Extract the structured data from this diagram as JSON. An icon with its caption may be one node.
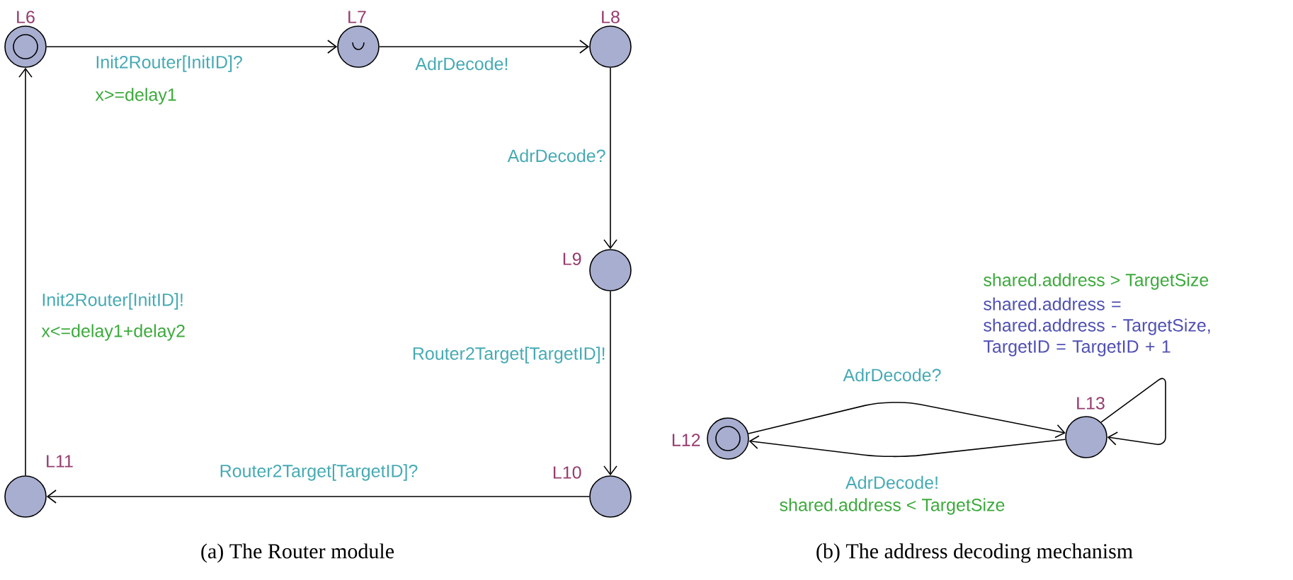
{
  "diagram": {
    "nodes": [
      {
        "text": [],
        "shape": "circle",
        "beside": [
          "L6"
        ]
      },
      {
        "text": [],
        "shape": "circle",
        "beside": [
          "L7"
        ]
      },
      {
        "text": [],
        "shape": "circle",
        "beside": [
          "L8"
        ]
      },
      {
        "text": [],
        "shape": "circle",
        "beside": [
          "L9"
        ]
      },
      {
        "text": [],
        "shape": "circle",
        "beside": [
          "L10"
        ]
      },
      {
        "text": [],
        "shape": "circle",
        "beside": [
          "L11"
        ]
      },
      {
        "text": [],
        "shape": "circle",
        "beside": [
          "L12"
        ]
      },
      {
        "text": [],
        "shape": "circle",
        "beside": [
          "L13"
        ]
      }
    ],
    "edges": [
      {
        "from": 0,
        "to": 1,
        "arrow": "to",
        "label": "Init2Router[InitID]?"
      },
      {
        "from": 1,
        "to": 2,
        "arrow": "to",
        "label": "AdrDecode!"
      },
      {
        "from": 2,
        "to": 3,
        "arrow": "to",
        "label": "AdrDecode?"
      },
      {
        "from": 3,
        "to": 4,
        "arrow": "to",
        "label": "Router2Target[TargetID]!"
      },
      {
        "from": 4,
        "to": 5,
        "arrow": "to",
        "label": "Router2Target[TargetID]?"
      },
      {
        "from": 5,
        "to": 0,
        "arrow": "to",
        "label": "Init2Router[InitID]!"
      },
      {
        "from": 6,
        "to": 7,
        "arrow": "to",
        "label": "AdrDecode?"
      },
      {
        "from": 7,
        "to": 6,
        "arrow": "to",
        "label": "AdrDecode!"
      },
      {
        "from": 7,
        "to": 7,
        "arrow": "to"
      }
    ],
    "labels": [
      "x>=delay1",
      "x<=delay1+delay2",
      "shared.address > TargetSize",
      "shared.address = shared.address - TargetSize, TargetID = TargetID + 1",
      "shared.address < TargetSize",
      "(a) The Router module",
      "(b) The address decoding mechanism"
    ]
  }
}
